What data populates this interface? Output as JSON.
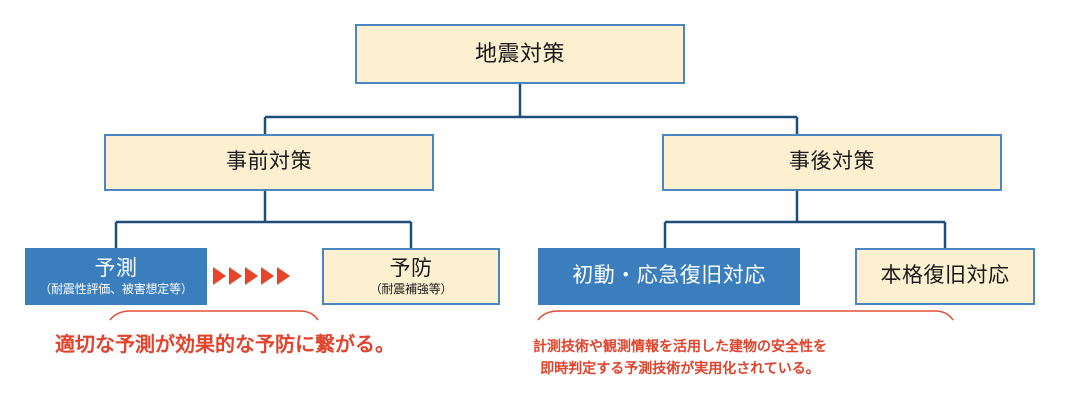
{
  "diagram": {
    "type": "tree",
    "colors": {
      "box_fill_default": "#fdf0d1",
      "box_border": "#4a86c2",
      "box_fill_highlight": "#3a7ebd",
      "highlight_text": "#ffffff",
      "connector": "#1f4e79",
      "annotation_text": "#e0442c",
      "arrow": "#e8442a"
    },
    "root": {
      "label": "地震対策"
    },
    "level2": [
      {
        "label": "事前対策"
      },
      {
        "label": "事後対策"
      }
    ],
    "level3": [
      {
        "label": "予測",
        "sublabel": "（耐震性評価、被害想定等）",
        "highlighted": true
      },
      {
        "label": "予防",
        "sublabel": "（耐震補強等）",
        "highlighted": false
      },
      {
        "label": "初動・応急復旧対応",
        "sublabel": "",
        "highlighted": true
      },
      {
        "label": "本格復旧対応",
        "sublabel": "",
        "highlighted": false
      }
    ],
    "arrow_group": {
      "name": "red-arrow-sequence",
      "count": 5,
      "direction": "right"
    },
    "annotations": {
      "left": "適切な予測が効果的な予防に繋がる。",
      "right_line1": "計測技術や観測情報を活用した建物の安全性を",
      "right_line2": "即時判定する予測技術が実用化されている。"
    }
  }
}
